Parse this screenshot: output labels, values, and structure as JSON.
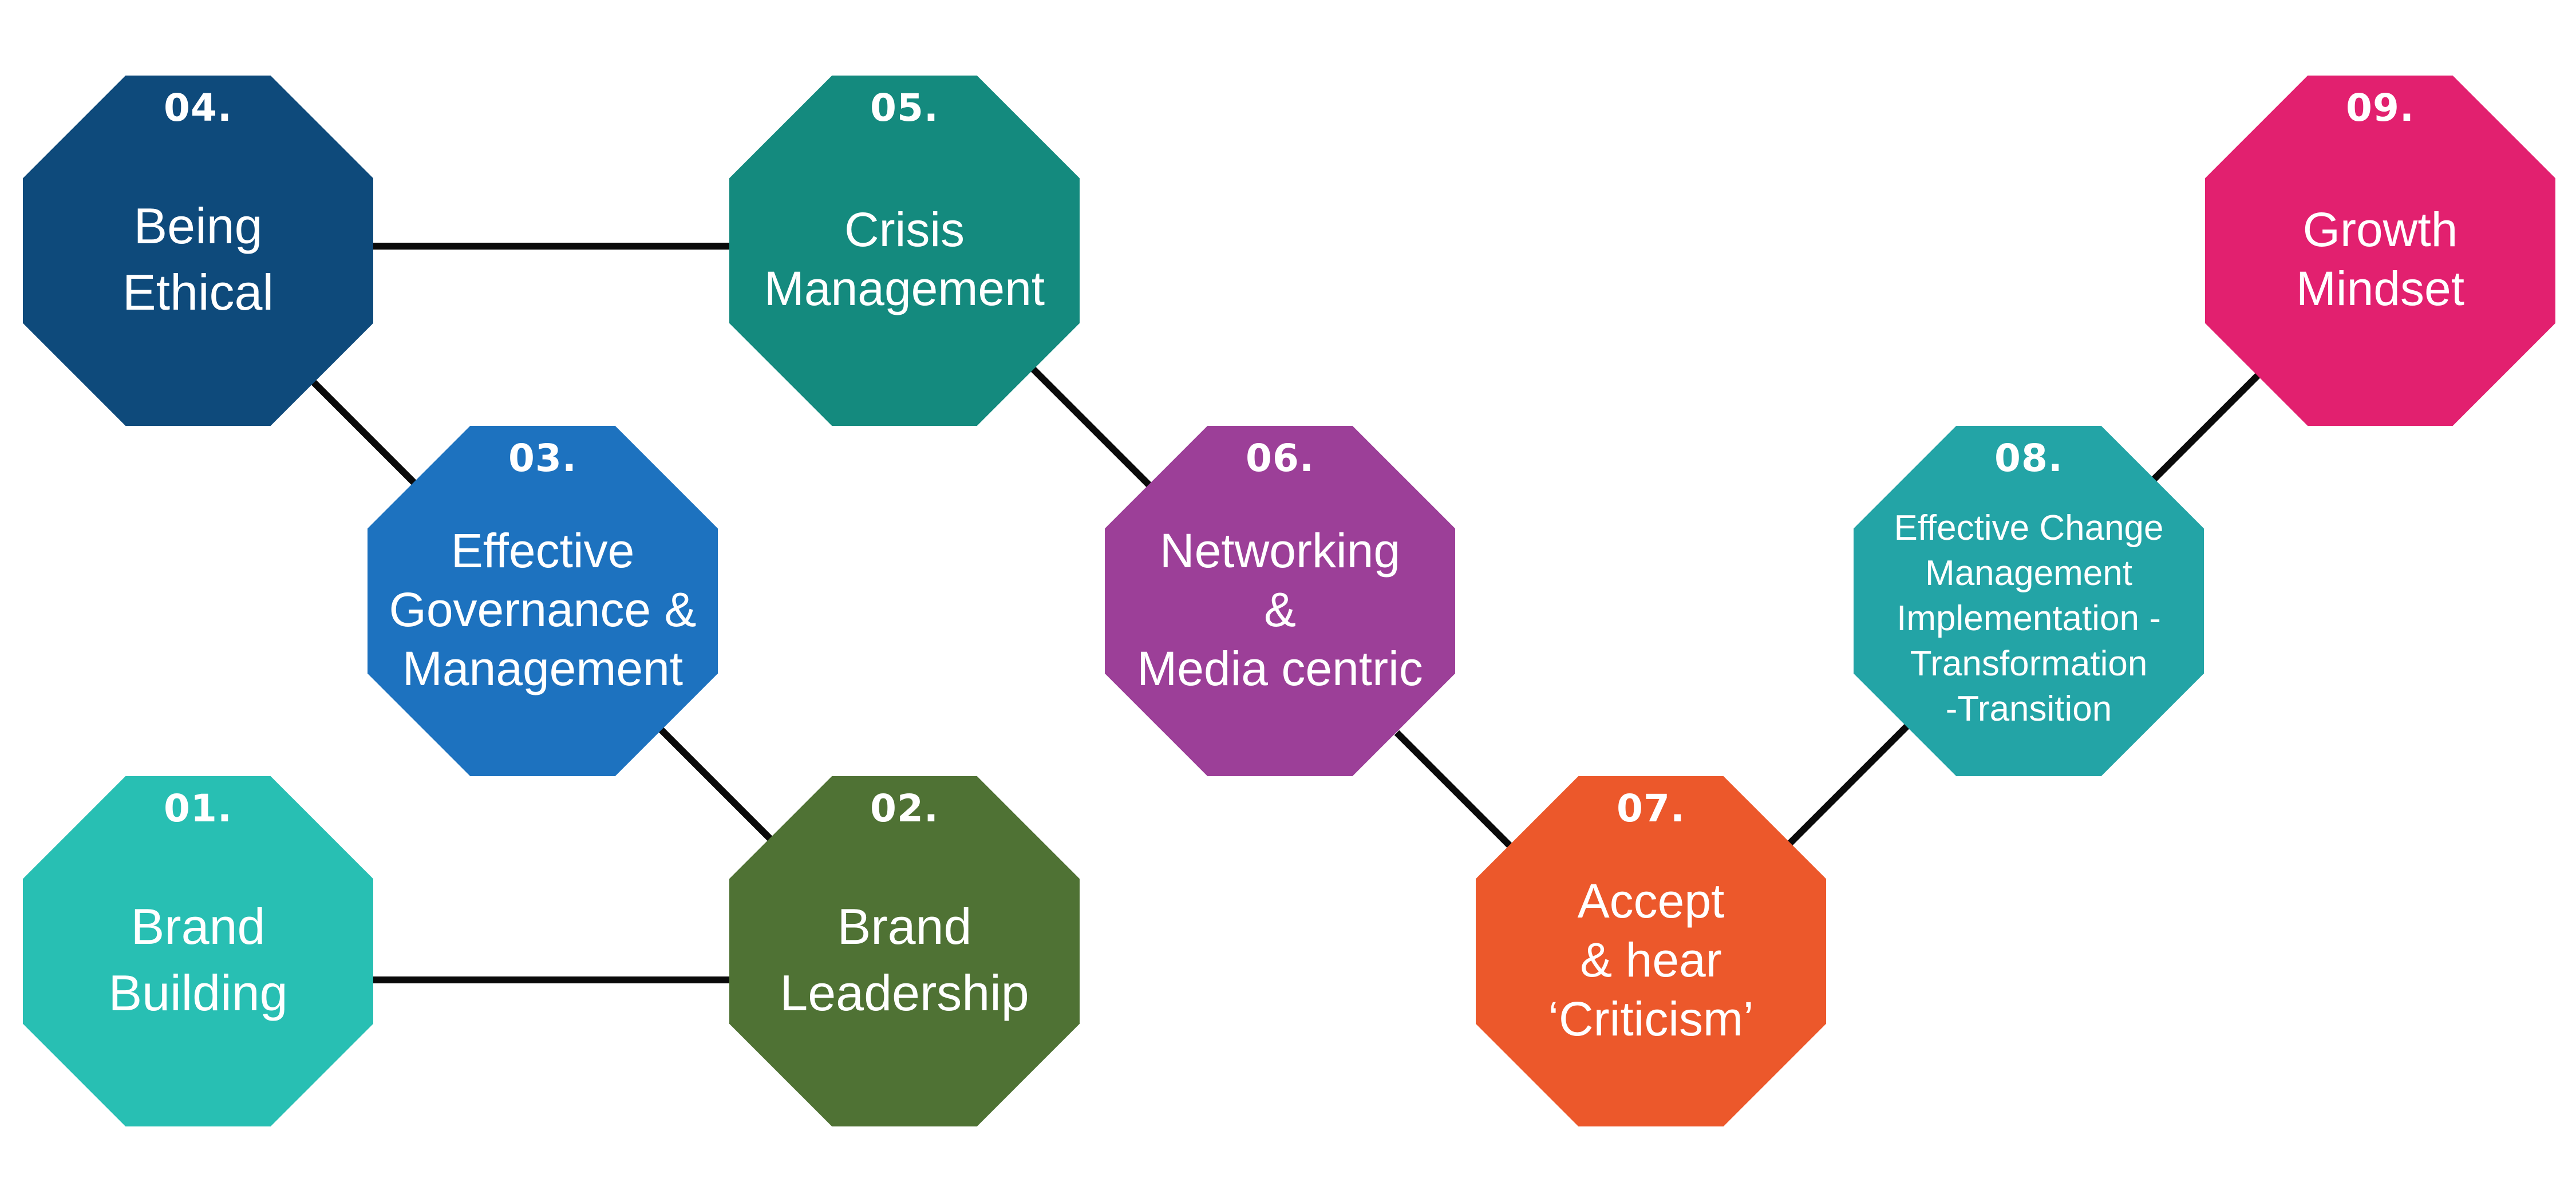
{
  "colors": {
    "connector": "#0a0a0a",
    "n01": "#28bfb3",
    "n02": "#4f7234",
    "n03": "#1d72bf",
    "n04": "#0e4a7b",
    "n05": "#148a7e",
    "n06": "#9c3f98",
    "n07": "#ec582b",
    "n08": "#23a4a6",
    "n09": "#e2206f"
  },
  "nodes": {
    "n01": {
      "number": "01.",
      "lines": [
        "Brand",
        "Building"
      ]
    },
    "n02": {
      "number": "02.",
      "lines": [
        "Brand",
        "Leadership"
      ]
    },
    "n03": {
      "number": "03.",
      "lines": [
        "Effective",
        "Governance &",
        "Management"
      ]
    },
    "n04": {
      "number": "04.",
      "lines": [
        "Being",
        "Ethical"
      ]
    },
    "n05": {
      "number": "05.",
      "lines": [
        "Crisis",
        "Management"
      ]
    },
    "n06": {
      "number": "06.",
      "lines": [
        "Networking",
        "&",
        "Media centric"
      ]
    },
    "n07": {
      "number": "07.",
      "lines": [
        "Accept",
        "& hear",
        "‘Criticism’"
      ]
    },
    "n08": {
      "number": "08.",
      "lines": [
        "Effective Change",
        "Management",
        "Implementation -",
        "Transformation",
        "-Transition"
      ]
    },
    "n09": {
      "number": "09.",
      "lines": [
        "Growth",
        "Mindset"
      ]
    }
  }
}
